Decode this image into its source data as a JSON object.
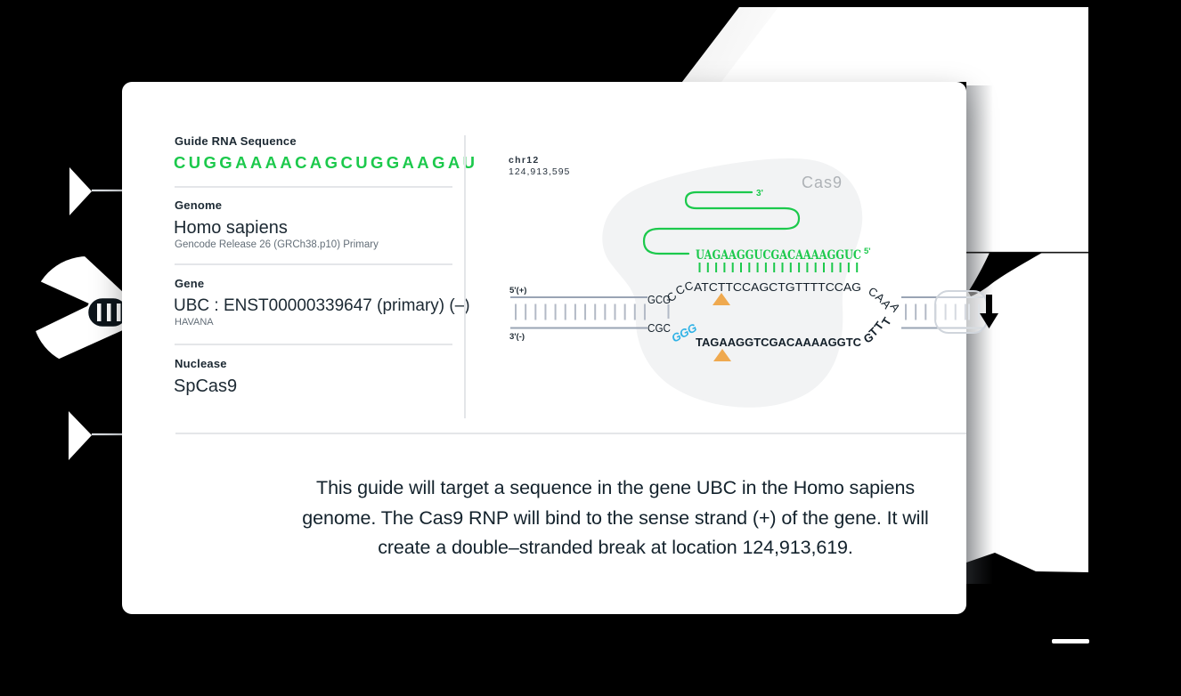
{
  "panel": {
    "guide_rna": {
      "label": "Guide RNA Sequence",
      "value": "CUGGAAAACAGCUGGAAGAU"
    },
    "genome": {
      "label": "Genome",
      "value": "Homo sapiens",
      "detail": "Gencode Release 26 (GRCh38.p10) Primary"
    },
    "gene": {
      "label": "Gene",
      "value": "UBC : ENST00000339647 (primary) (–)",
      "detail": "HAVANA"
    },
    "nuclease": {
      "label": "Nuclease",
      "value": "SpCas9"
    }
  },
  "diagram": {
    "locus": {
      "chrom": "chr12",
      "position": "124,913,595"
    },
    "cas9_label": "Cas9",
    "guide": {
      "sequence": "UAGAAGGUCGACAAAAGGUC",
      "five_prime": "5'",
      "three_prime": "3'"
    },
    "strands": {
      "top_label": "5'(+)",
      "bottom_label": "3'(-)",
      "top_left": "GCG",
      "top_curve_up": [
        "C",
        "C",
        "C"
      ],
      "top_main": "ATCTTCCAGCTGTTTTCCAG",
      "top_fork": [
        "C",
        "A",
        "A",
        "A"
      ],
      "bottom_left": "CGC",
      "pam": "GGG",
      "bottom_main": "TAGAAGGTCGACAAAAGGTC",
      "bottom_fork": [
        "G",
        "T",
        "T",
        "T"
      ]
    }
  },
  "summary": {
    "line1": "This guide will target a sequence in the gene UBC in the Homo sapiens",
    "line2": "genome. The Cas9 RNP will bind to the sense strand (+) of the gene. It will",
    "line3": "create a double–stranded break at location 124,913,619."
  },
  "colors": {
    "green": "#1cc94c",
    "cyan": "#2fb2e6",
    "orange": "#efa94f",
    "ink": "#1b2832",
    "ladder_gray": "#9aa4b4",
    "blob_gray": "#f2f3f4"
  }
}
